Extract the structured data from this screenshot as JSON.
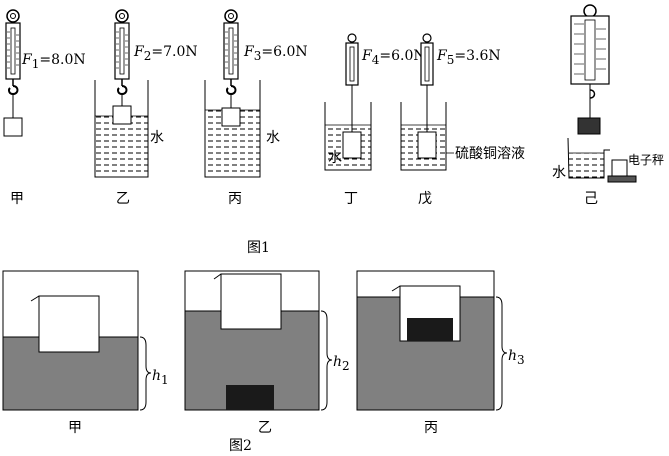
{
  "figure1": {
    "caption": "图1",
    "panels": [
      {
        "id": "jia",
        "label": "甲",
        "force_symbol": "F",
        "force_sub": "1",
        "force_value": "=8.0N"
      },
      {
        "id": "yi",
        "label": "乙",
        "force_symbol": "F",
        "force_sub": "2",
        "force_value": "=7.0N",
        "liquid": "水"
      },
      {
        "id": "bing",
        "label": "丙",
        "force_symbol": "F",
        "force_sub": "3",
        "force_value": "=6.0N",
        "liquid": "水"
      },
      {
        "id": "ding",
        "label": "丁",
        "force_symbol": "F",
        "force_sub": "4",
        "force_value": "=6.0N",
        "liquid": "水"
      },
      {
        "id": "wu",
        "label": "戊",
        "force_symbol": "F",
        "force_sub": "5",
        "force_value": "=3.6N",
        "liquid": "硫酸铜溶液"
      },
      {
        "id": "ji",
        "label": "己",
        "liquid": "水",
        "instrument": "电子秤"
      }
    ]
  },
  "figure2": {
    "caption": "图2",
    "panels": [
      {
        "id": "jia",
        "label": "甲",
        "height_symbol": "h",
        "height_sub": "1"
      },
      {
        "id": "yi",
        "label": "乙",
        "height_symbol": "h",
        "height_sub": "2"
      },
      {
        "id": "bing",
        "label": "丙",
        "height_symbol": "h",
        "height_sub": "3"
      }
    ]
  },
  "colors": {
    "liquid_fig2": "#808080",
    "block_dark": "#1a1a1a",
    "line": "#000000"
  }
}
